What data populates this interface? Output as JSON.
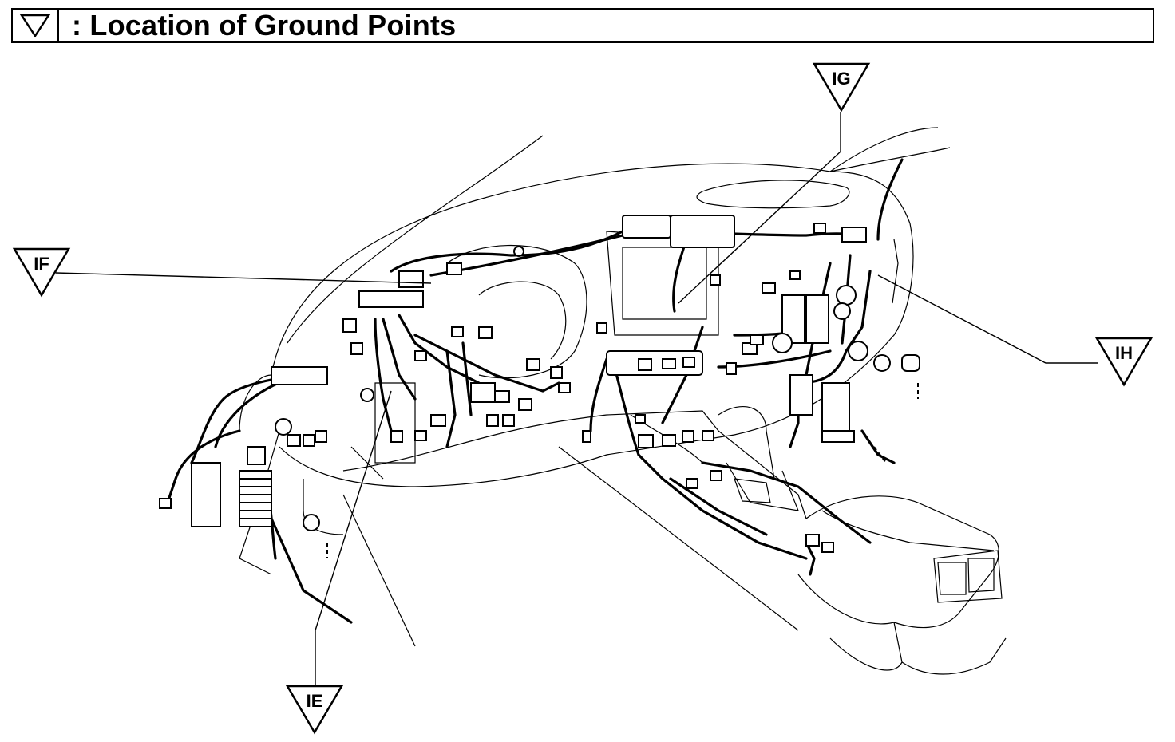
{
  "header": {
    "icon": "ground-triangle-icon",
    "title": ": Location of Ground Points"
  },
  "ground_points": [
    {
      "id": "IF",
      "label": "IF"
    },
    {
      "id": "IG",
      "label": "IG"
    },
    {
      "id": "IH",
      "label": "IH"
    },
    {
      "id": "IE",
      "label": "IE"
    }
  ],
  "colors": {
    "line": "#000000",
    "background": "#ffffff"
  }
}
